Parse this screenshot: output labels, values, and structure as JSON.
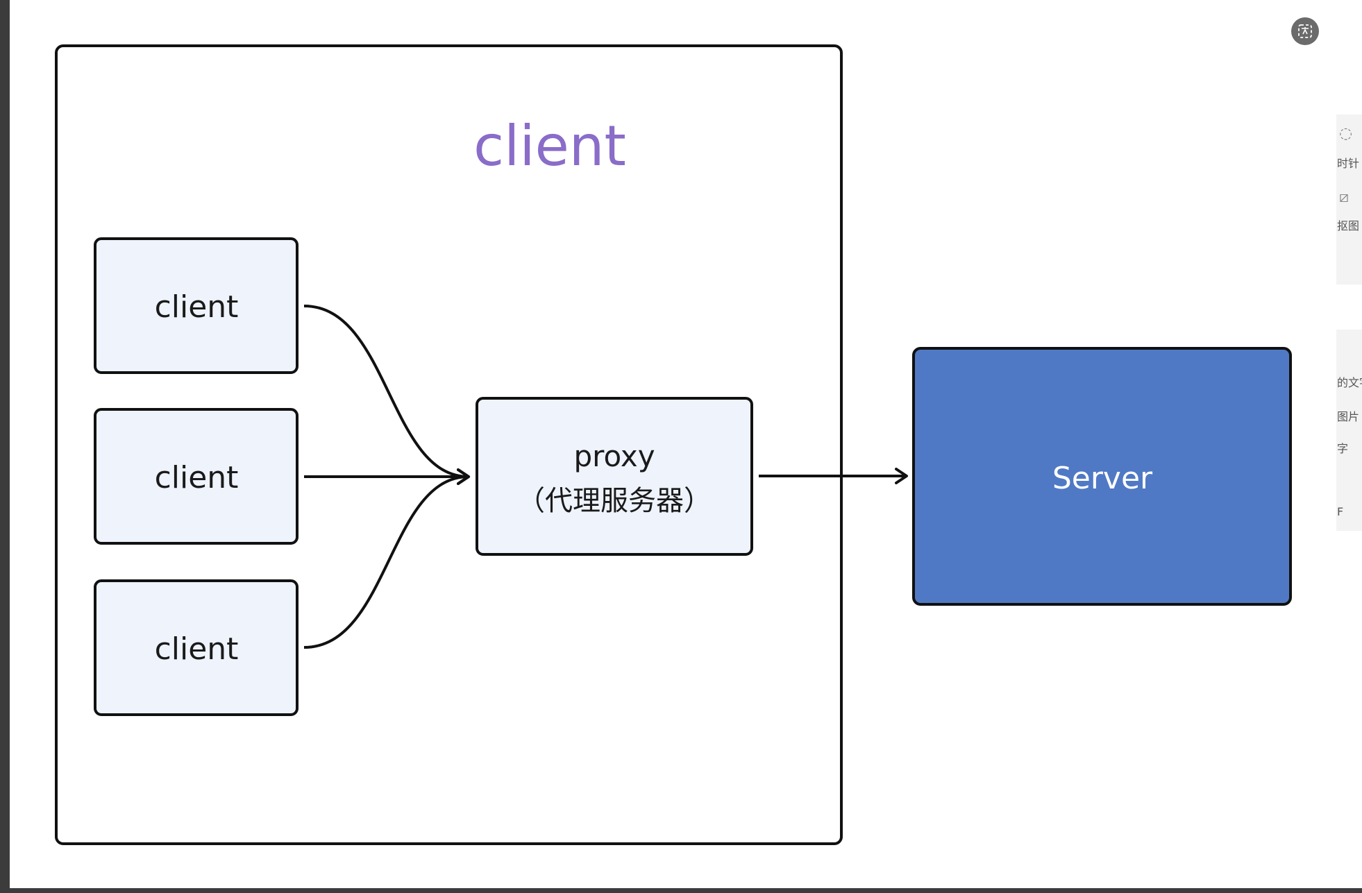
{
  "diagram": {
    "group_title": "client",
    "clients": [
      "client",
      "client",
      "client"
    ],
    "proxy": {
      "line1": "proxy",
      "line2": "（代理服务器）"
    },
    "server": "Server"
  },
  "side_panel": {
    "items": [
      "时针",
      "抠图",
      "的文字",
      "图片",
      "字",
      "F"
    ]
  },
  "colors": {
    "group_title": "#8a6cc9",
    "box_fill": "#eef3fc",
    "server_fill": "#5079c5",
    "stroke": "#111111"
  },
  "icons": {
    "close": "translate-close-icon"
  }
}
